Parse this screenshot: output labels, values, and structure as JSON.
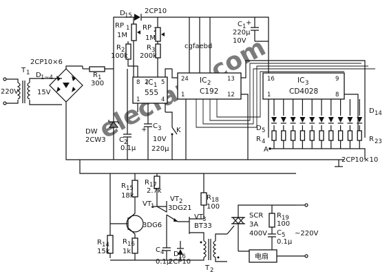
{
  "watermark": "elecfans.com",
  "power": {
    "transformer_t1": "T",
    "transformer_t1_sub": "1",
    "mains_voltage": "220V",
    "secondary_voltage": "15V",
    "rectifier_label": "2CP10×6",
    "rectifier_ref": "D",
    "rectifier_ref_sub": "1~4",
    "r1_ref": "R",
    "r1_sub": "1",
    "r1_value": "300",
    "zener_ref": "DW",
    "zener_type": "2CW3",
    "c2_ref": "C",
    "c2_sub": "2",
    "c2_value": "0.1μ"
  },
  "timer": {
    "d15_ref": "D",
    "d15_sub": "15",
    "d15_type": "2CP10",
    "rp1_ref": "RP",
    "rp1_sub": "1",
    "rp1_value": "1M",
    "rp2_ref": "RP",
    "rp2_sub": "2",
    "r3_ref": "R",
    "r3_sub": "3",
    "r3_value": "1M",
    "r2_ref": "R",
    "r2_sub": "2",
    "r2_value": "100k",
    "r3b_value": "200k",
    "ic1_ref": "IC",
    "ic1_sub": "1",
    "ic1_type": "555",
    "ic1_pins": [
      "8",
      "2",
      "1",
      "5",
      "4"
    ],
    "c3_ref": "C",
    "c3_sub": "3",
    "c3_volt": "10V",
    "c3_value": "220μ",
    "switch_k": "K",
    "c1_ref": "C",
    "c1_sub": "1",
    "c1_value": "220μ",
    "c1_volt": "10V",
    "c1_plus": "+"
  },
  "counter": {
    "ic2_ref": "IC",
    "ic2_sub": "2",
    "ic2_type": "C192",
    "ic2_pins": [
      "24",
      "13",
      "1",
      "12"
    ],
    "segments": "cgfaebd",
    "ic3_ref": "IC",
    "ic3_sub": "3",
    "ic3_type": "CD4028",
    "ic3_pins": [
      "16",
      "9",
      "1",
      "8"
    ],
    "d5_ref": "D",
    "d5_sub": "5",
    "d14_ref": "D",
    "d14_sub": "14",
    "r4_ref": "R",
    "r4_sub": "4",
    "r23_ref": "R",
    "r23_sub": "23",
    "node_a": "A",
    "diode_array_label": "2CP10×10"
  },
  "trigger": {
    "r15_ref": "R",
    "r15_sub": "15",
    "r15_value": "18k",
    "r17_ref": "R",
    "r17_sub": "17",
    "r17_value": "2.7k",
    "vt2_ref": "VT",
    "vt2_sub": "2",
    "vt2_type": "3DG21",
    "r18_ref": "R",
    "r18_sub": "18",
    "r18_value": "100",
    "vt1_ref": "VT",
    "vt1_sub": "1",
    "vt1_type": "3DG6",
    "vt3_ref": "VT",
    "vt3_sub": "3",
    "vt3_type": "BT33",
    "r14_ref": "R",
    "r14_sub": "14",
    "r14_value": "15k",
    "r16_ref": "R",
    "r16_sub": "16",
    "r16_value": "1k",
    "c4_ref": "C",
    "c4_sub": "4",
    "c4_value": "0.1μ",
    "d16_ref": "D",
    "d16_sub": "16",
    "d16_type": "2CP10",
    "t2_ref": "T",
    "t2_sub": "2"
  },
  "output": {
    "scr_ref": "SCR",
    "scr_current": "3A",
    "scr_voltage": "400V",
    "r19_ref": "R",
    "r19_sub": "19",
    "r19_value": "100",
    "c5_ref": "C",
    "c5_sub": "5",
    "c5_value": "0.1μ",
    "ac_voltage": "~220V",
    "load_label": "电扇"
  }
}
